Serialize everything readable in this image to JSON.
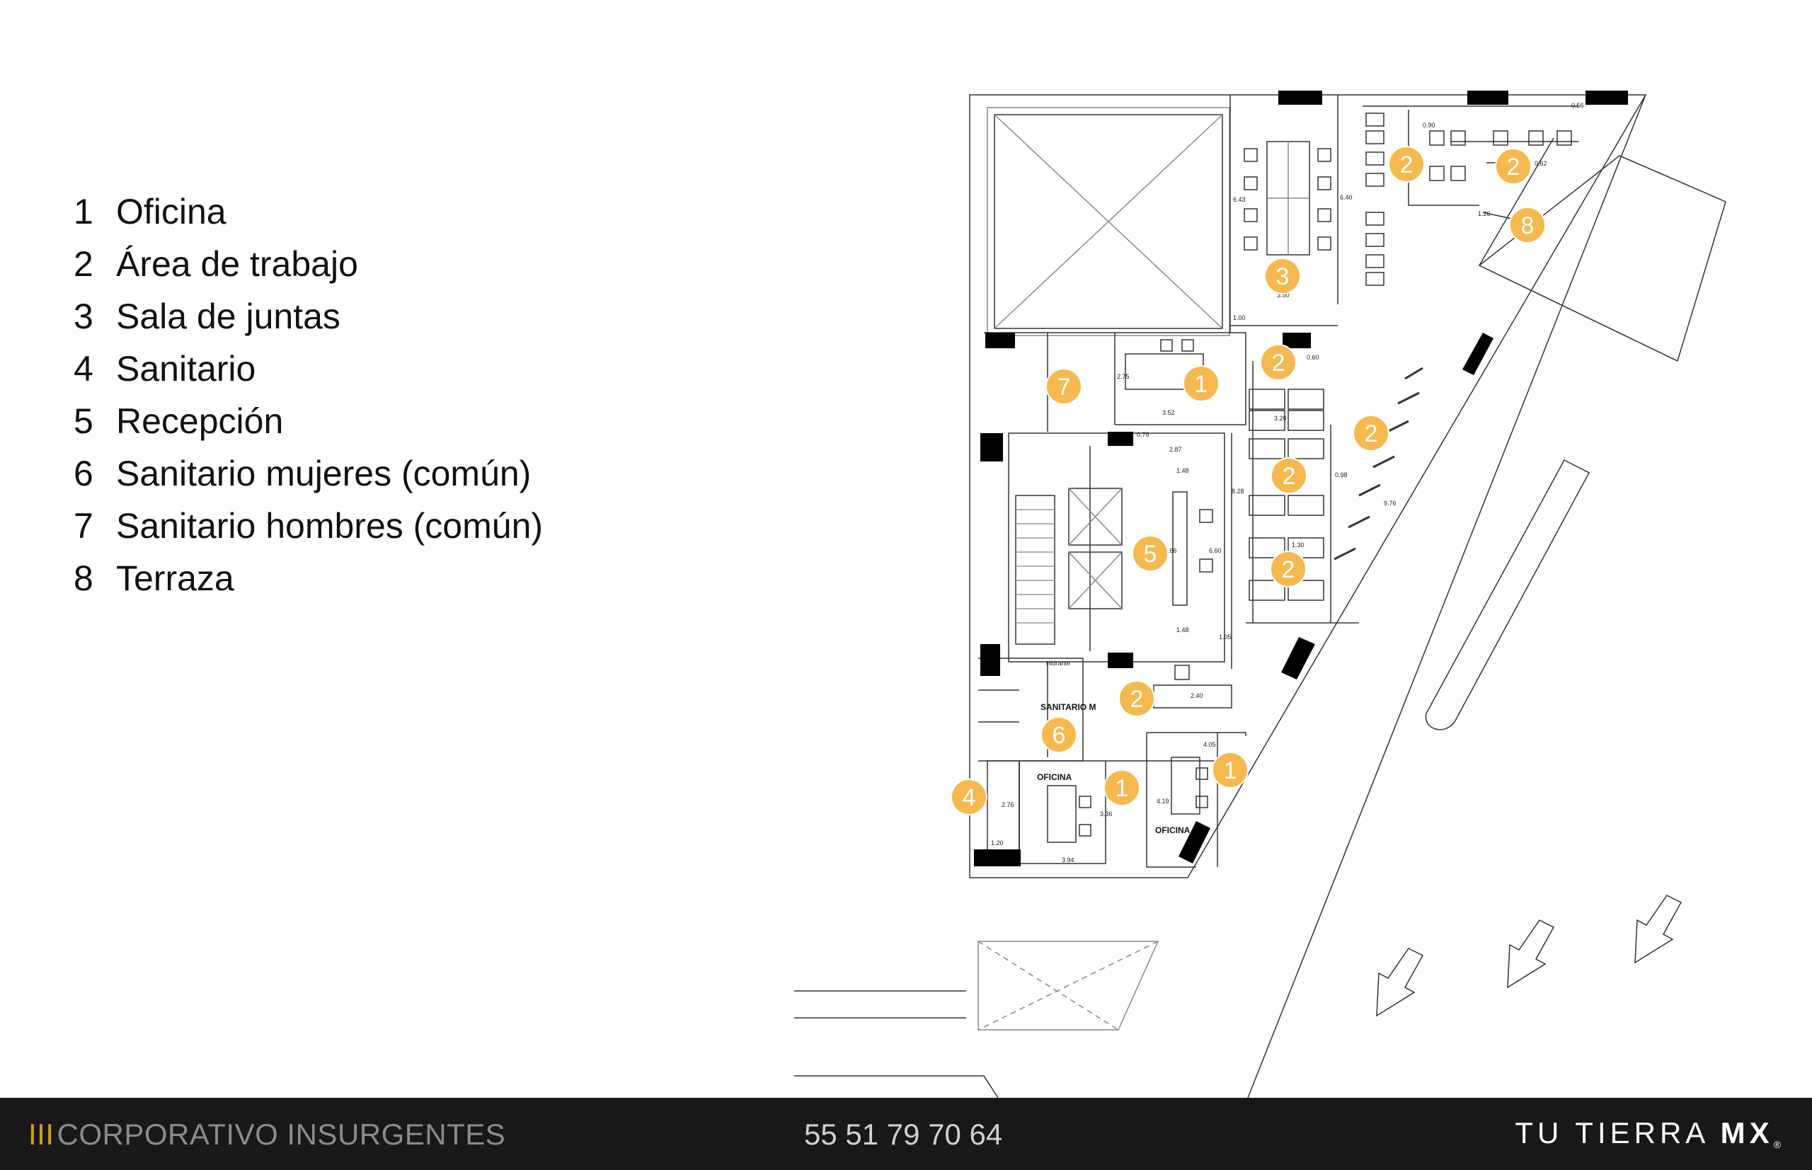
{
  "legend": [
    {
      "num": "1",
      "label": "Oficina"
    },
    {
      "num": "2",
      "label": "Área de trabajo"
    },
    {
      "num": "3",
      "label": "Sala de juntas"
    },
    {
      "num": "4",
      "label": "Sanitario"
    },
    {
      "num": "5",
      "label": "Recepción"
    },
    {
      "num": "6",
      "label": "Sanitario mujeres (común)"
    },
    {
      "num": "7",
      "label": "Sanitario hombres (común)"
    },
    {
      "num": "8",
      "label": "Terraza"
    }
  ],
  "plan_labels": {
    "sanitario_m": "SANITARIO M",
    "oficina_left": "OFICINA",
    "oficina_right": "OFICINA",
    "hidrante": "Hidrante"
  },
  "dimensions": {
    "d1": "0.90",
    "d2": "0.56",
    "d3": "0.62",
    "d4": "6.43",
    "d5": "6.40",
    "d6": "1.26",
    "d7": "3.50",
    "d8": "1.00",
    "d9": "2.75",
    "d10": "3.52",
    "d11": "0.60",
    "d12": "3.20",
    "d13": "2.87",
    "d14": "1.48",
    "d15": "8.28",
    "d16": "0.98",
    "d17": "9.76",
    "d18": "3.66",
    "d19": "6.60",
    "d20": "1.30",
    "d21": "1.48",
    "d22": "1.05",
    "d23": "2.40",
    "d24": "4.05",
    "d25": "4.19",
    "d26": "2.76",
    "d27": "3.36",
    "d28": "1.20",
    "d29": "3.94",
    "d30": "0.78"
  },
  "footer": {
    "bars": "III",
    "project": "CORPORATIVO INSURGENTES",
    "phone": "55 51 79 70 64",
    "brand_word": "TU TIERRA",
    "brand_suffix": "MX",
    "brand_mark": "®"
  },
  "colors": {
    "marker": "#f6b94f",
    "footer_bg": "#181818",
    "accent": "#c9a227"
  }
}
